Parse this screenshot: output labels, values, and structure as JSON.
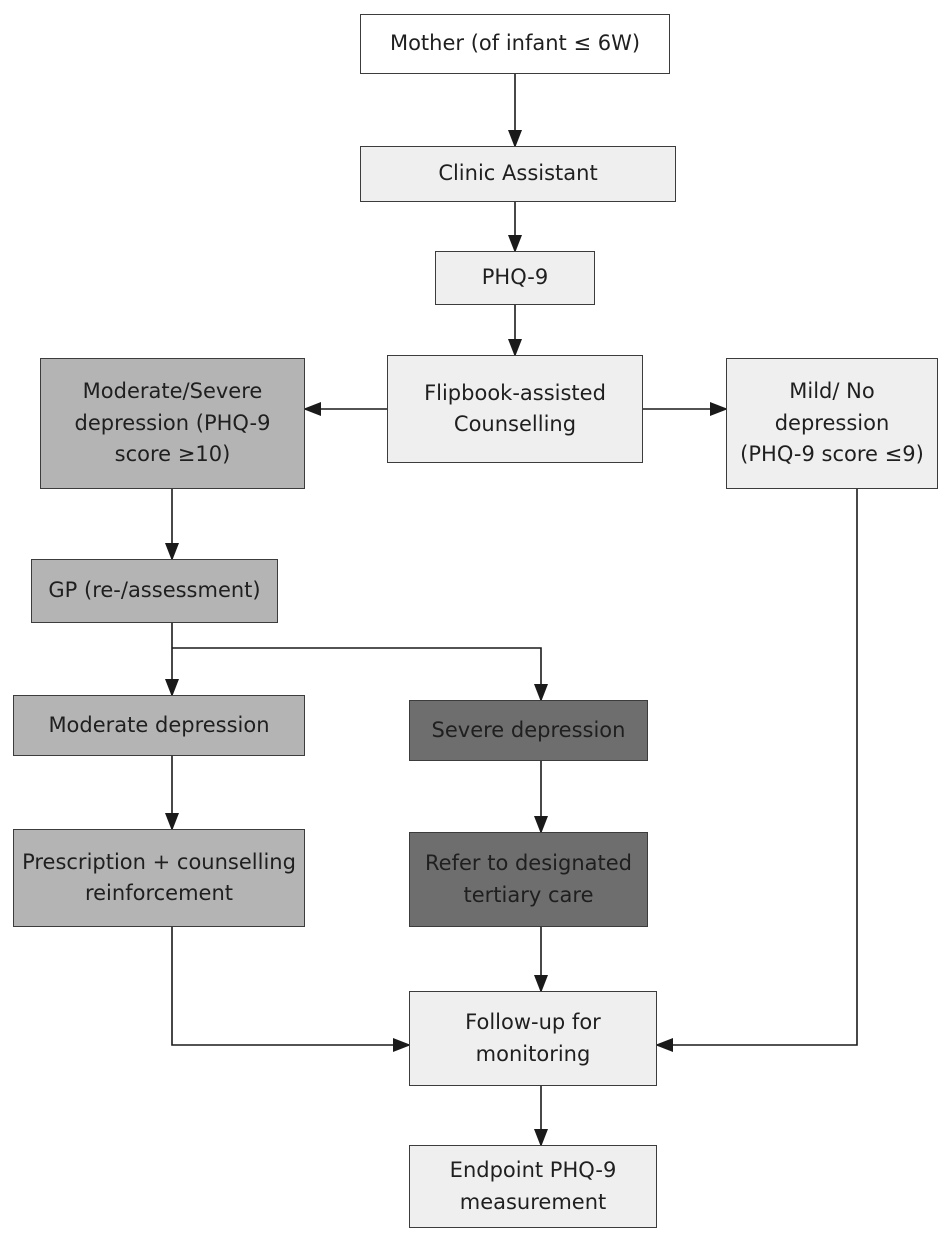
{
  "nodes": {
    "mother": "Mother (of infant ≤ 6W)",
    "clinic_assistant": "Clinic Assistant",
    "phq9": "PHQ-9",
    "flipbook": "Flipbook-assisted\nCounselling",
    "moderate_severe": "Moderate/Severe\ndepression (PHQ-9\nscore ≥10)",
    "mild_no": "Mild/ No\ndepression\n(PHQ-9 score ≤9)",
    "gp": "GP (re-/assessment)",
    "moderate": "Moderate depression",
    "severe": "Severe depression",
    "prescription": "Prescription + counselling\nreinforcement",
    "refer": "Refer to designated\ntertiary care",
    "followup": "Follow-up for\nmonitoring",
    "endpoint": "Endpoint PHQ-9\nmeasurement"
  },
  "colors": {
    "white": "#ffffff",
    "light": "#efefef",
    "mid": "#b4b4b4",
    "dark": "#6e6e6e",
    "line": "#1a1a1a"
  }
}
